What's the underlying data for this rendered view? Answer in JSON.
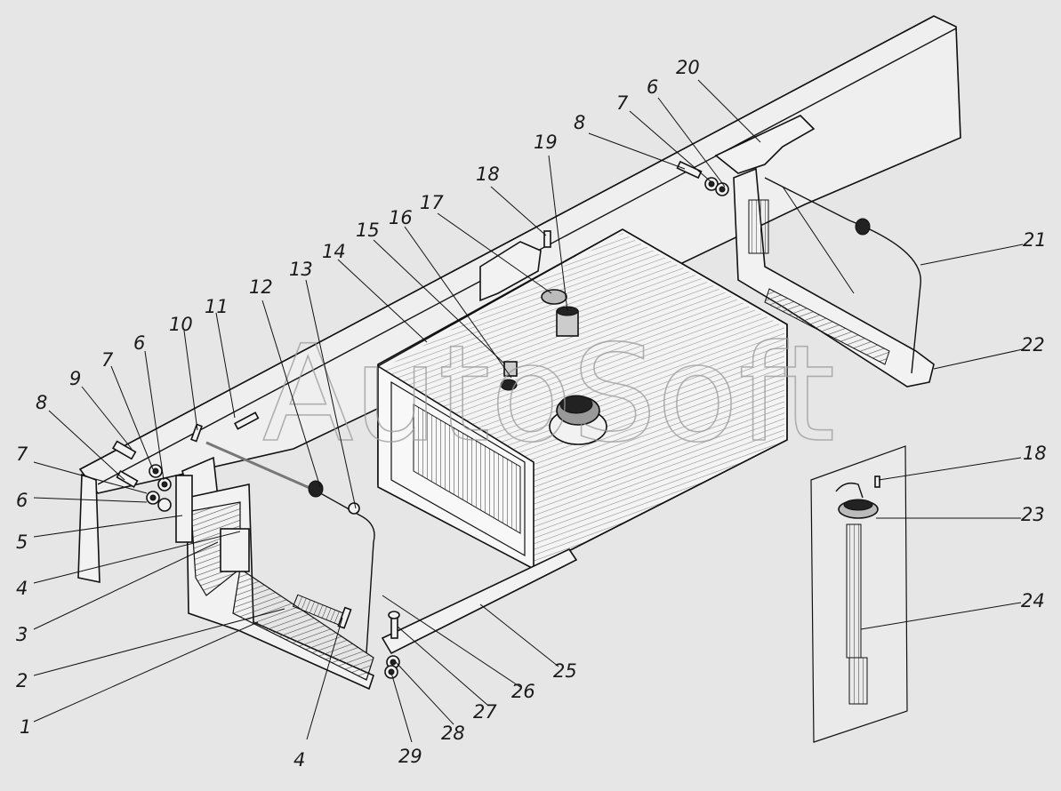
{
  "watermark": "AutoSoft",
  "callouts": [
    {
      "id": "c1",
      "text": "1"
    },
    {
      "id": "c2",
      "text": "2"
    },
    {
      "id": "c3",
      "text": "3"
    },
    {
      "id": "c4a",
      "text": "4"
    },
    {
      "id": "c4b",
      "text": "4"
    },
    {
      "id": "c5",
      "text": "5"
    },
    {
      "id": "c6a",
      "text": "6"
    },
    {
      "id": "c6b",
      "text": "6"
    },
    {
      "id": "c6c",
      "text": "6"
    },
    {
      "id": "c7a",
      "text": "7"
    },
    {
      "id": "c7b",
      "text": "7"
    },
    {
      "id": "c7c",
      "text": "7"
    },
    {
      "id": "c8a",
      "text": "8"
    },
    {
      "id": "c8b",
      "text": "8"
    },
    {
      "id": "c9",
      "text": "9"
    },
    {
      "id": "c10",
      "text": "10"
    },
    {
      "id": "c11",
      "text": "11"
    },
    {
      "id": "c12",
      "text": "12"
    },
    {
      "id": "c13",
      "text": "13"
    },
    {
      "id": "c14",
      "text": "14"
    },
    {
      "id": "c15",
      "text": "15"
    },
    {
      "id": "c16",
      "text": "16"
    },
    {
      "id": "c17",
      "text": "17"
    },
    {
      "id": "c18a",
      "text": "18"
    },
    {
      "id": "c18b",
      "text": "18"
    },
    {
      "id": "c19",
      "text": "19"
    },
    {
      "id": "c20",
      "text": "20"
    },
    {
      "id": "c21",
      "text": "21"
    },
    {
      "id": "c22",
      "text": "22"
    },
    {
      "id": "c23",
      "text": "23"
    },
    {
      "id": "c24",
      "text": "24"
    },
    {
      "id": "c25",
      "text": "25"
    },
    {
      "id": "c26",
      "text": "26"
    },
    {
      "id": "c27",
      "text": "27"
    },
    {
      "id": "c28",
      "text": "28"
    },
    {
      "id": "c29",
      "text": "29"
    }
  ]
}
